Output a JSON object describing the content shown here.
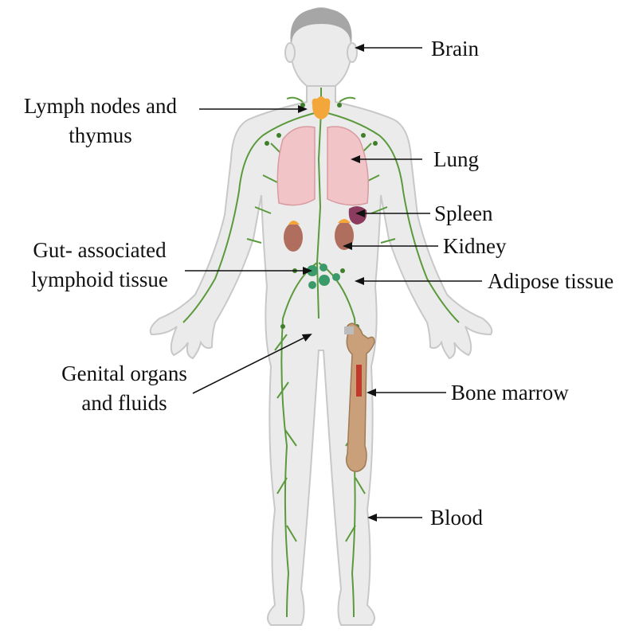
{
  "labels": {
    "brain": "Brain",
    "lymph_nodes_line1": "Lymph nodes and",
    "lymph_nodes_line2": "thymus",
    "lung": "Lung",
    "spleen": "Spleen",
    "kidney": "Kidney",
    "gut_line1": "Gut- associated",
    "gut_line2": "lymphoid tissue",
    "adipose": "Adipose tissue",
    "genital_line1": "Genital organs",
    "genital_line2": "and fluids",
    "bone_marrow": "Bone marrow",
    "blood": "Blood"
  },
  "colors": {
    "skin": "#ebebeb",
    "skin_outline": "#c8c8c8",
    "hair": "#a6a6a6",
    "lymph_vessel": "#5b9a3c",
    "lymph_node": "#3f7f2a",
    "lung": "#f1c4c7",
    "lung_outline": "#d99aa1",
    "thymus": "#f3a63a",
    "kidney": "#b06e5e",
    "adrenal": "#f3a63a",
    "spleen": "#8b3c5e",
    "gut_nodes": "#3a9a6a",
    "bone": "#c9a07a",
    "bone_outline": "#9e7a55",
    "marrow": "#c0392b",
    "arrow": "#111111"
  }
}
